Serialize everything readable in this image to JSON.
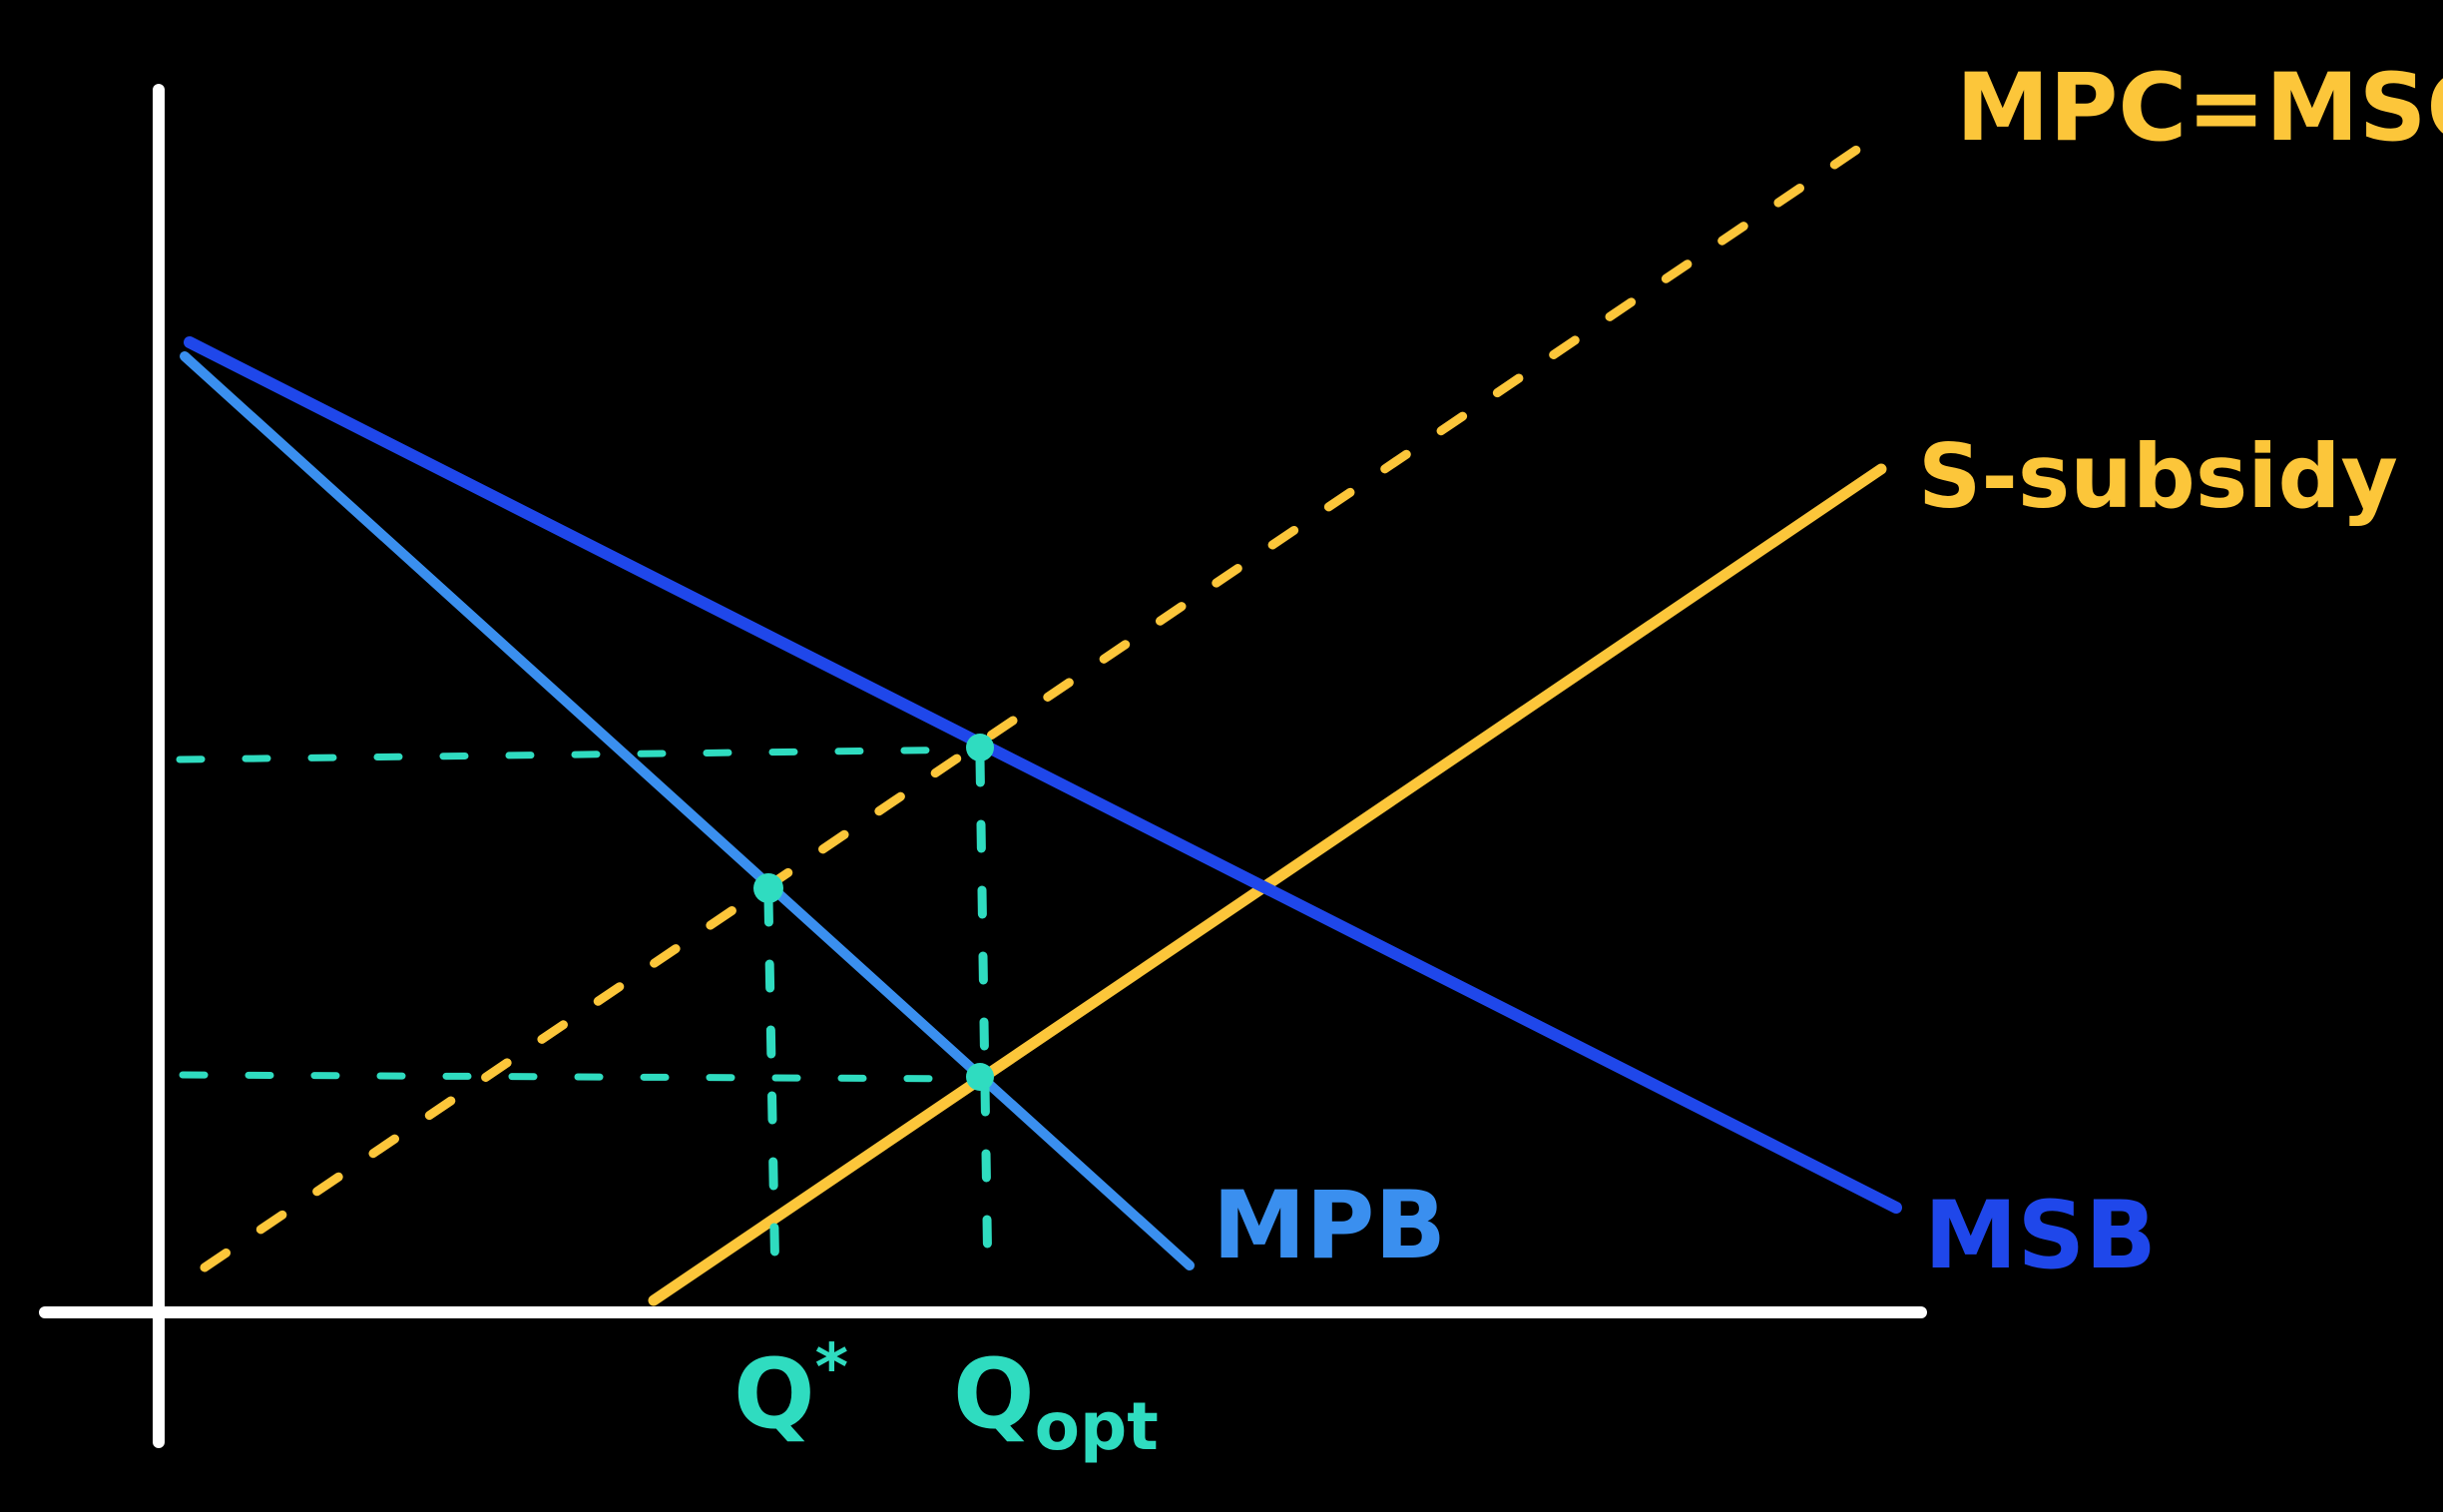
{
  "colors": {
    "background": "#000000",
    "axis": "#ffffff",
    "supply": "#fcc63a",
    "msb": "#1f47ea",
    "mpb": "#3a8fef",
    "guide": "#2fdcc0"
  },
  "curves": {
    "mpc_msc": {
      "label": "MPC=MSC"
    },
    "s_subsidy": {
      "label": "S-subsidy"
    },
    "msb": {
      "label": "MSB"
    },
    "mpb": {
      "label": "MPB"
    }
  },
  "quantities": {
    "q_star": {
      "label": "Q",
      "sup": "*"
    },
    "q_opt": {
      "label": "Q",
      "sub": "opt"
    }
  }
}
